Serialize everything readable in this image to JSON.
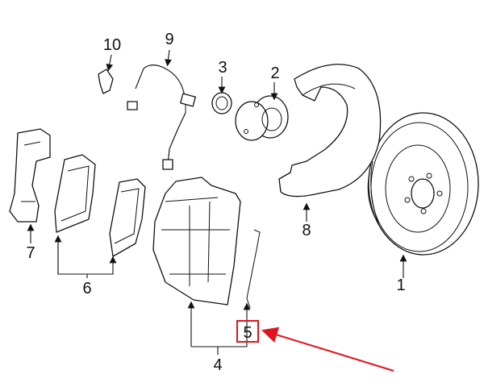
{
  "callouts": {
    "c1": "1",
    "c2": "2",
    "c3": "3",
    "c4": "4",
    "c5": "5",
    "c6": "6",
    "c7": "7",
    "c8": "8",
    "c9": "9",
    "c10": "10"
  },
  "highlight": {
    "target": "5",
    "color": "#e0141e"
  }
}
